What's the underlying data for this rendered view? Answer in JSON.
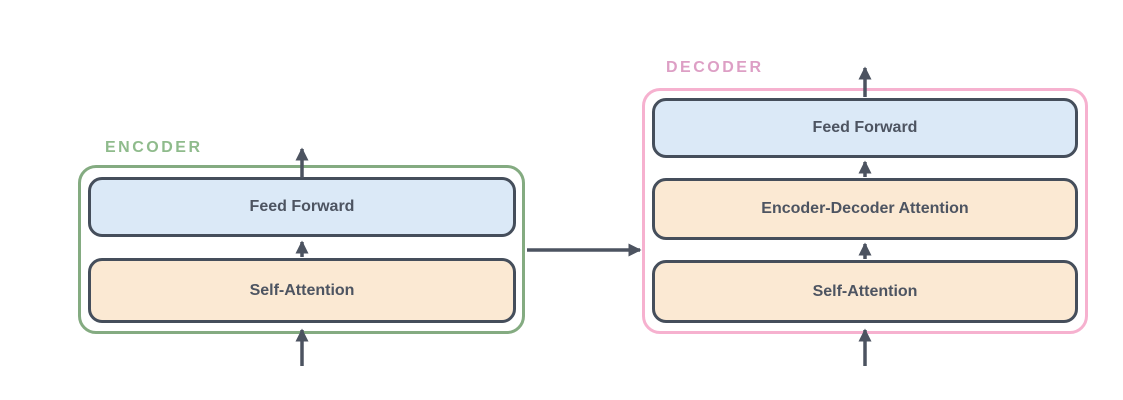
{
  "diagram": {
    "title_implied": "Transformer encoder-decoder block diagram",
    "encoder": {
      "label": "ENCODER",
      "layers": [
        {
          "label": "Feed Forward",
          "kind": "feed-forward"
        },
        {
          "label": "Self-Attention",
          "kind": "attention"
        }
      ]
    },
    "decoder": {
      "label": "DECODER",
      "layers": [
        {
          "label": "Feed Forward",
          "kind": "feed-forward"
        },
        {
          "label": "Encoder-Decoder Attention",
          "kind": "attention"
        },
        {
          "label": "Self-Attention",
          "kind": "attention"
        }
      ]
    },
    "connections": [
      {
        "from": "input",
        "to": "encoder.self-attention"
      },
      {
        "from": "encoder.self-attention",
        "to": "encoder.feed-forward"
      },
      {
        "from": "encoder.feed-forward",
        "to": "encoder-output"
      },
      {
        "from": "encoder",
        "to": "decoder"
      },
      {
        "from": "input",
        "to": "decoder.self-attention"
      },
      {
        "from": "decoder.self-attention",
        "to": "decoder.encoder-decoder-attention"
      },
      {
        "from": "decoder.encoder-decoder-attention",
        "to": "decoder.feed-forward"
      },
      {
        "from": "decoder.feed-forward",
        "to": "decoder-output"
      }
    ],
    "colors": {
      "encoder_border": "#84ab81",
      "encoder_label": "#8fbb8c",
      "decoder_border": "#f6b1cf",
      "decoder_label": "#dd9fc5",
      "feed_forward_fill": "#dbe9f7",
      "attention_fill": "#fbe9d3",
      "node_border": "#454e5b",
      "node_text": "#4d5461",
      "arrow": "#4c5360",
      "background": "#ffffff"
    }
  }
}
